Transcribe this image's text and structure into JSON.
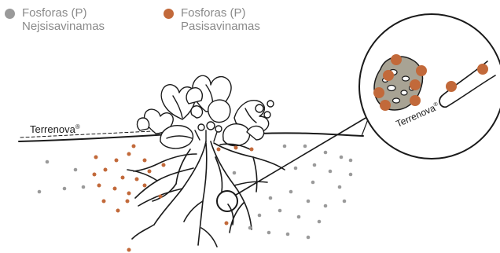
{
  "colors": {
    "unavailable": "#9a9a9a",
    "available": "#c2693a",
    "line": "#1a1a1a",
    "granule": "#a8a394"
  },
  "legend": {
    "unavailable": {
      "line1": "Fosforas (P)",
      "line2": "Nejsisavinamas",
      "icon": "gray-dot-icon"
    },
    "available": {
      "line1": "Fosforas (P)",
      "line2": "Pasisavinamas",
      "icon": "orange-dot-icon"
    }
  },
  "labels": {
    "product": "Terrenova",
    "product_mark": "®"
  }
}
